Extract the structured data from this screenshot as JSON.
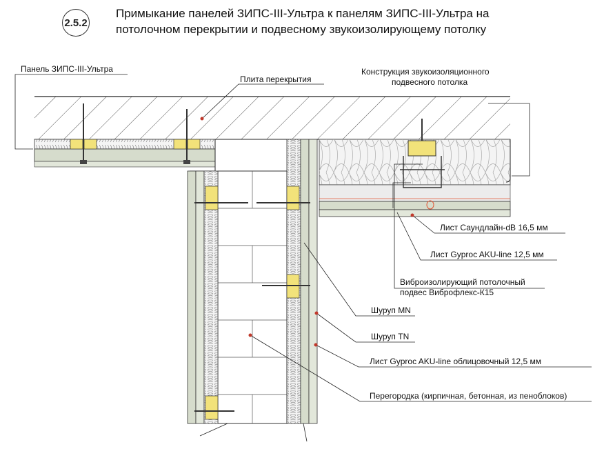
{
  "header": {
    "badge": "2.5.2",
    "title_line1": "Примыкание панелей ЗИПС-III-Ультра к панелям ЗИПС-III-Ультра на",
    "title_line2": "потолочном перекрытии и подвесному звукоизолирующему потолку"
  },
  "labels": {
    "panel": "Панель ЗИПС-III-Ультра",
    "slab": "Плита перекрытия",
    "ceiling_construction_1": "Конструкция звукоизоляционного",
    "ceiling_construction_2": "подвесного потолка",
    "soundline": "Лист Саундлайн-dB 16,5 мм",
    "gyproc_aku": "Лист Gyproc AKU-line 12,5 мм",
    "hanger_1": "Виброизолирующий потолочный",
    "hanger_2": "подвес Виброфлекс-К15",
    "screw_mn": "Шуруп MN",
    "screw_tn": "Шуруп TN",
    "gyproc_facing": "Лист Gyproc AKU-line облицовочный 12,5 мм",
    "partition": "Перегородка (кирпичная, бетонная, из пеноблоков)"
  },
  "colors": {
    "board": "#d6dccc",
    "mineral_wool": "#f4f4f4",
    "vibro_unit": "#f2e27a",
    "outline": "#222222",
    "hatch": "#555555",
    "leader_dot": "#c0392b",
    "profile": "#8a8a8a"
  }
}
